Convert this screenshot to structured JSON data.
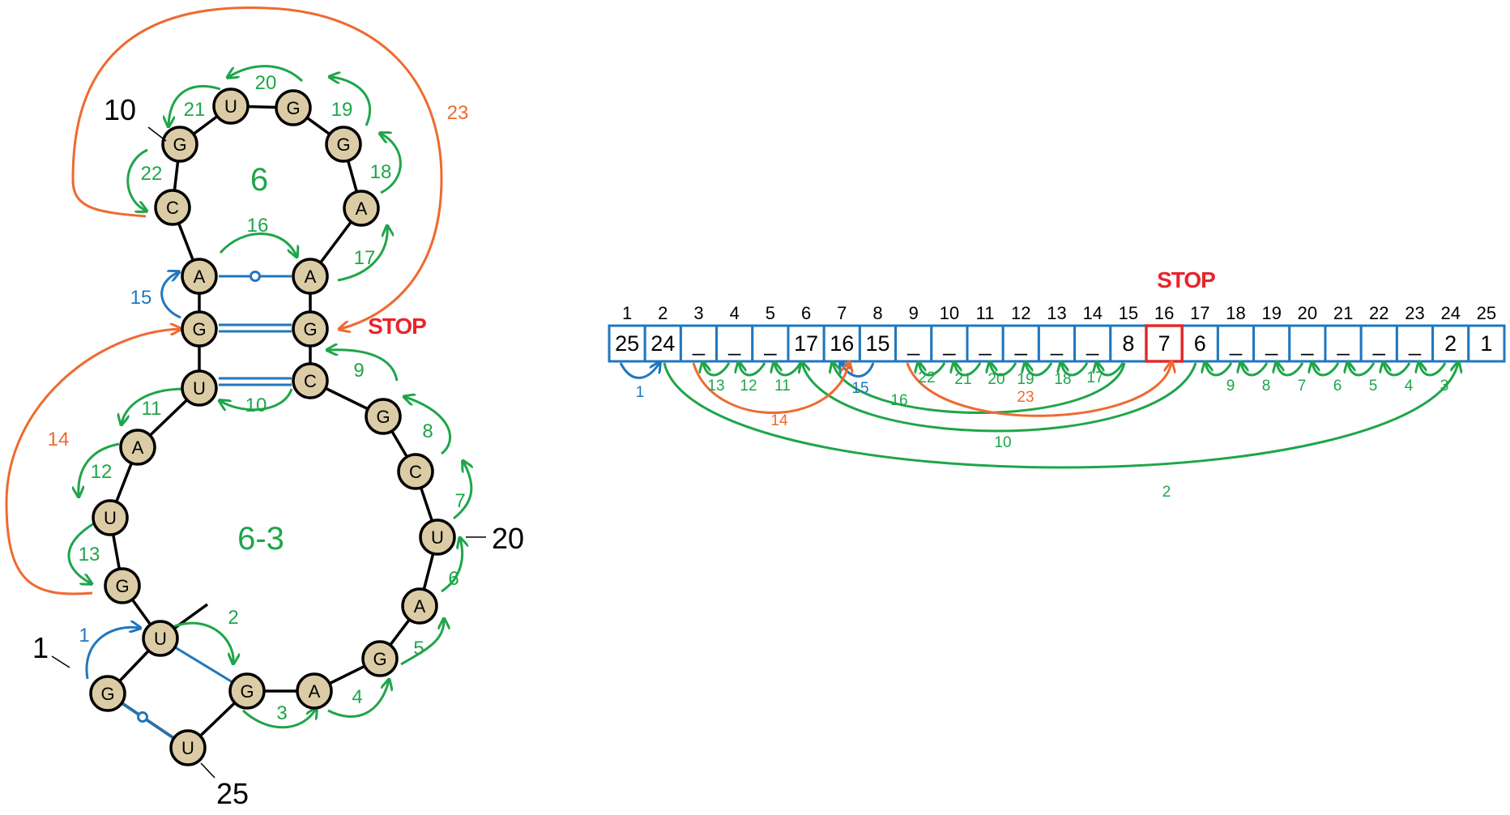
{
  "structure": {
    "nucleotides": [
      "G",
      "U",
      "G",
      "U",
      "A",
      "U",
      "G",
      "A",
      "C",
      "G",
      "U",
      "G",
      "G",
      "A",
      "A",
      "G",
      "C",
      "G",
      "C",
      "U",
      "A",
      "G",
      "A",
      "G",
      "U"
    ],
    "loop_labels": {
      "hairpin": "6",
      "interior": "6-3"
    },
    "position_markers": {
      "first": "1",
      "tenth": "10",
      "twentieth": "20",
      "last": "25"
    },
    "step_labels": {
      "s1": "1",
      "s2": "2",
      "s3": "3",
      "s4": "4",
      "s5": "5",
      "s6": "6",
      "s7": "7",
      "s8": "8",
      "s9": "9",
      "s10": "10",
      "s11": "11",
      "s12": "12",
      "s13": "13",
      "s14": "14",
      "s15": "15",
      "s16": "16",
      "s17": "17",
      "s18": "18",
      "s19": "19",
      "s20": "20",
      "s21": "21",
      "s22": "22",
      "s23": "23"
    },
    "stop_label": "STOP"
  },
  "array": {
    "indices": [
      "1",
      "2",
      "3",
      "4",
      "5",
      "6",
      "7",
      "8",
      "9",
      "10",
      "11",
      "12",
      "13",
      "14",
      "15",
      "16",
      "17",
      "18",
      "19",
      "20",
      "21",
      "22",
      "23",
      "24",
      "25"
    ],
    "values": [
      "25",
      "24",
      "_",
      "_",
      "_",
      "17",
      "16",
      "15",
      "_",
      "_",
      "_",
      "_",
      "_",
      "_",
      "8",
      "7",
      "6",
      "_",
      "_",
      "_",
      "_",
      "_",
      "_",
      "2",
      "1"
    ],
    "stop_label": "STOP",
    "arc_labels": {
      "a1": "1",
      "a2": "2",
      "a3": "3",
      "a4": "4",
      "a5": "5",
      "a6": "6",
      "a7": "7",
      "a8": "8",
      "a9": "9",
      "a10": "10",
      "a11": "11",
      "a12": "12",
      "a13": "13",
      "a14": "14",
      "a15": "15",
      "a16": "16",
      "a17": "17",
      "a18": "18",
      "a19": "19",
      "a20": "20",
      "a21": "21",
      "a22": "22",
      "a23": "23"
    }
  },
  "colors": {
    "step_green": "#1fa54a",
    "pair_blue": "#1f77bf",
    "jump_orange": "#ee6a30",
    "stop_red": "#e8242b",
    "nucleotide_fill": "#dbcca6"
  }
}
